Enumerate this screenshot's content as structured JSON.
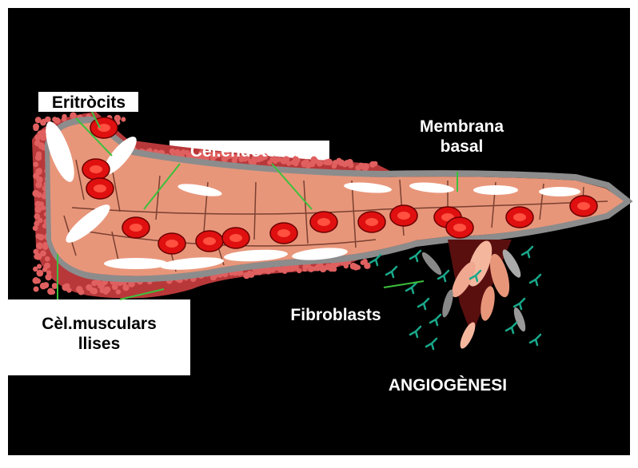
{
  "labels": {
    "eritrocits": "Eritròcits",
    "endotelials": "Cèl.endotelials",
    "membrana_line1": "Membrana",
    "membrana_line2": "basal",
    "musculars_line1": "Cèl.musculars",
    "musculars_line2": "llises",
    "fibroblasts": "Fibroblasts",
    "angiogenesi": "ANGIOGÈNESI"
  },
  "colors": {
    "background": "#000000",
    "frame": "#ffffff",
    "label_white": "#ffffff",
    "label_black": "#000000",
    "endothelium": "#e8967a",
    "endothelium_light": "#f4b79e",
    "erythrocyte": "#e01010",
    "erythrocyte_core": "#ff5040",
    "smooth_muscle": "#c43c3c",
    "basal_membrane": "#8c8c8c",
    "fibroblast": "#1aa88a",
    "leader_line": "#3cc03c"
  }
}
